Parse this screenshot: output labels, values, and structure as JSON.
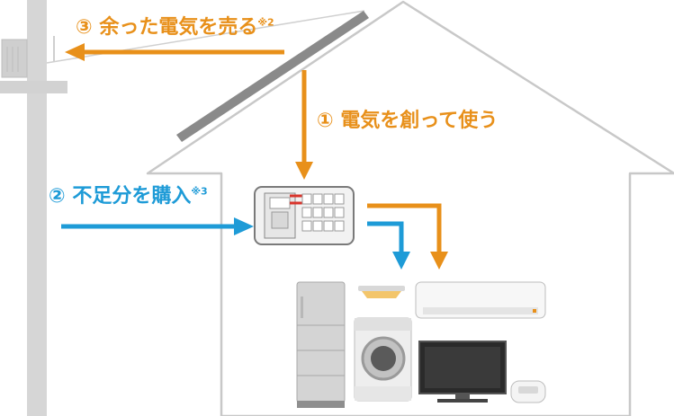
{
  "colors": {
    "sell_flow": "#E8901A",
    "buy_flow": "#1E9BD7",
    "pole": "#CFCFCF",
    "house_outline": "#C8C8C8",
    "solar_panel": "#8A8A8A"
  },
  "labels": {
    "sell": {
      "number": "③",
      "text": "余った電気を売る",
      "note": "※2"
    },
    "use": {
      "number": "①",
      "text": "電気を創って使う"
    },
    "buy": {
      "number": "②",
      "text": "不足分を購入",
      "note": "※3"
    }
  },
  "appliances": [
    "refrigerator",
    "ceiling-light",
    "air-conditioner",
    "washing-machine",
    "television",
    "rice-cooker"
  ],
  "icons": [
    "utility-pole",
    "solar-panel",
    "distribution-board"
  ]
}
